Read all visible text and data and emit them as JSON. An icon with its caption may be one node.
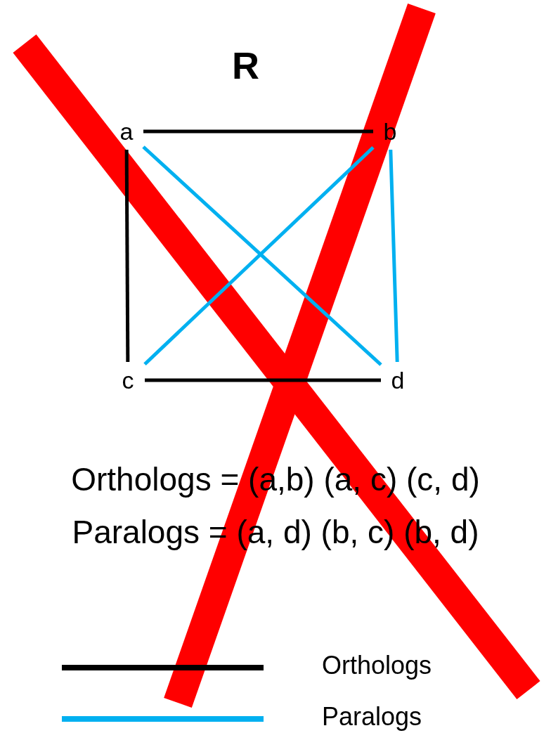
{
  "diagram": {
    "title": "R",
    "nodes": [
      {
        "text": [
          "a"
        ]
      },
      {
        "text": [
          "b"
        ]
      },
      {
        "text": [
          "c"
        ]
      },
      {
        "text": [
          "d"
        ]
      }
    ],
    "edges": [
      {
        "from": 0,
        "to": 1,
        "arrow": "none"
      },
      {
        "from": 0,
        "to": 2,
        "arrow": "none"
      },
      {
        "from": 2,
        "to": 3,
        "arrow": "none"
      },
      {
        "from": 0,
        "to": 3,
        "arrow": "none",
        "color": "#00b0f0"
      },
      {
        "from": 1,
        "to": 2,
        "arrow": "none",
        "color": "#00b0f0"
      },
      {
        "from": 1,
        "to": 3,
        "arrow": "none",
        "color": "#00b0f0"
      }
    ],
    "labels": [
      "Orthologs = (a,b) (a, c) (c, d)",
      "Paralogs = (a, d) (b, c) (b, d)"
    ],
    "legend": [
      {
        "text": "Orthologs",
        "color": "#000000"
      },
      {
        "text": "Paralogs",
        "color": "#00b0f0"
      }
    ]
  }
}
